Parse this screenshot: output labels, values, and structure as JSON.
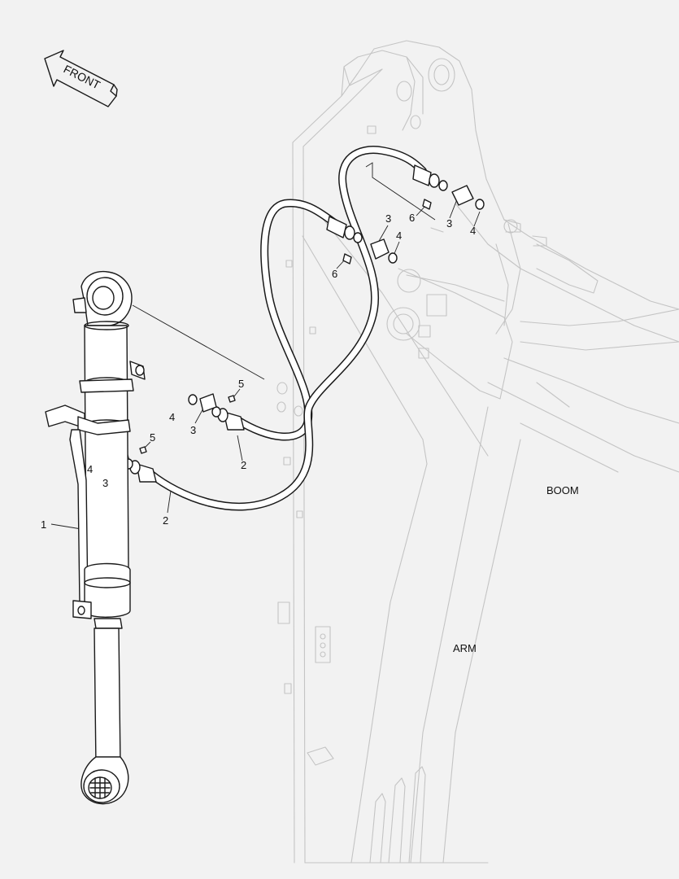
{
  "front_arrow": {
    "text": "FRONT"
  },
  "labels": {
    "boom": "BOOM",
    "arm": "ARM"
  },
  "callouts": {
    "c1": "1",
    "c2a": "2",
    "c2b": "2",
    "c3a": "3",
    "c3b": "3",
    "c3c": "3",
    "c3d": "3",
    "c4a": "4",
    "c4b": "4",
    "c4c": "4",
    "c4d": "4",
    "c5a": "5",
    "c5b": "5",
    "c6a": "6",
    "c6b": "6"
  },
  "colors": {
    "ink": "#1a1a1a",
    "structure": "#c4c4c4",
    "background": "#f2f2f2"
  }
}
